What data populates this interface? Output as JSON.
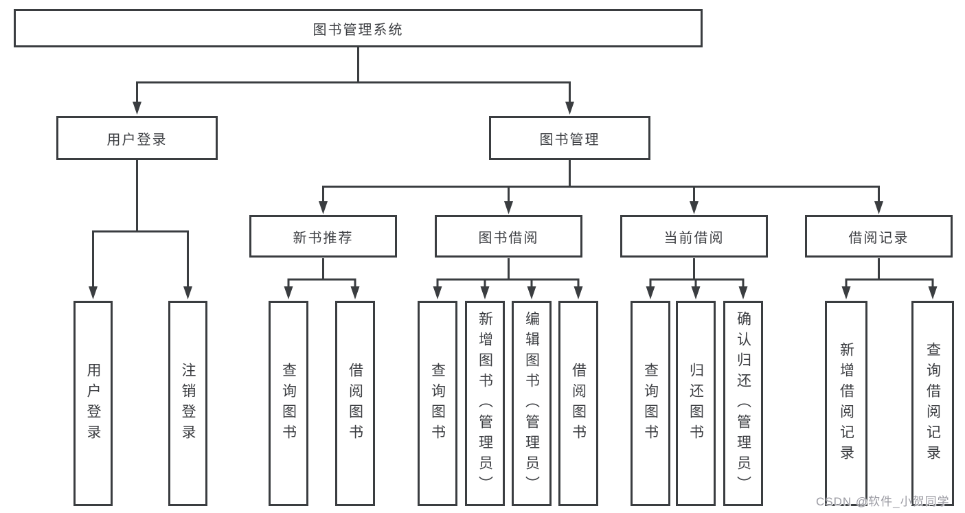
{
  "diagram": {
    "root": {
      "label": "图书管理系统"
    },
    "level2": [
      {
        "id": "user-login",
        "label": "用户登录"
      },
      {
        "id": "book-management",
        "label": "图书管理"
      }
    ],
    "level3": [
      {
        "id": "new-book-recommend",
        "label": "新书推荐"
      },
      {
        "id": "book-borrow",
        "label": "图书借阅"
      },
      {
        "id": "current-borrow",
        "label": "当前借阅"
      },
      {
        "id": "borrow-records",
        "label": "借阅记录"
      }
    ],
    "leaves": {
      "user_login": [
        "用户登录",
        "注销登录"
      ],
      "new_book_recommend": [
        "查询图书",
        "借阅图书"
      ],
      "book_borrow": [
        "查询图书",
        "新增图书（管理员）",
        "编辑图书（管理员）",
        "借阅图书"
      ],
      "current_borrow": [
        "查询图书",
        "归还图书",
        "确认归还（管理员）"
      ],
      "borrow_records": [
        "新增借阅记录",
        "查询借阅记录"
      ]
    }
  },
  "watermark": {
    "text": "CSDN @软件_小贺同学"
  },
  "colors": {
    "line": "#3a3d40",
    "text": "#3c3e42",
    "background": "#ffffff",
    "watermark": "#9b9ba3"
  }
}
